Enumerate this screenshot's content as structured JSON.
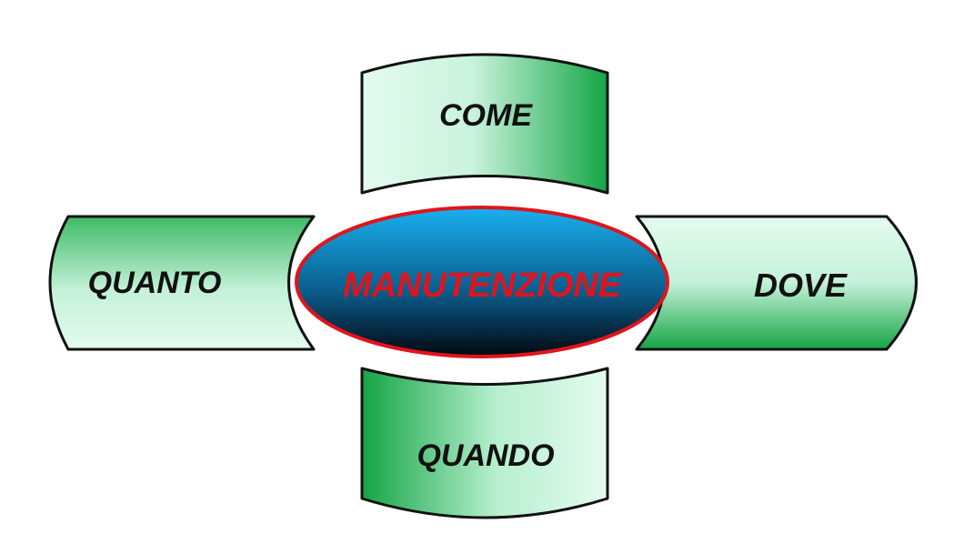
{
  "diagram": {
    "center": {
      "label": "MANUTENZIONE"
    },
    "top": {
      "label": "COME"
    },
    "left": {
      "label": "QUANTO"
    },
    "right": {
      "label": "DOVE"
    },
    "bottom": {
      "label": "QUANDO"
    }
  },
  "colors": {
    "green_dark": "#1aab4a",
    "green_light": "#e4fbef",
    "outline": "#111111",
    "center_top": "#1aa4df",
    "center_bottom": "#03101c",
    "center_border": "#e0141c",
    "center_text": "#e0141c"
  }
}
